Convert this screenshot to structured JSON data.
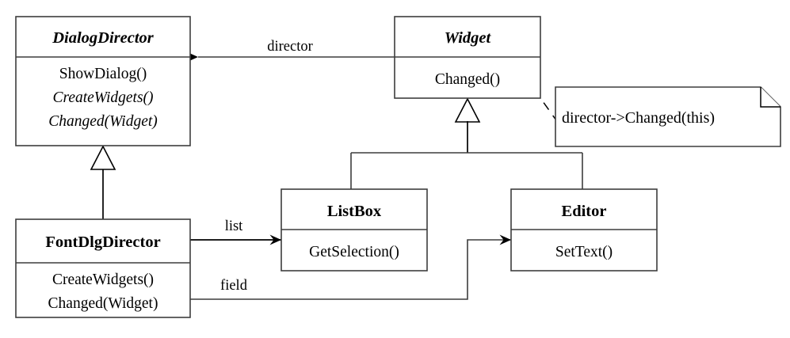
{
  "diagram": {
    "kind": "uml-class-diagram",
    "colors": {
      "background": "#ffffff",
      "stroke": "#3d3d3d",
      "stroke_dark": "#000000",
      "text": "#000000",
      "fill": "#ffffff"
    },
    "classes": [
      {
        "id": "dialog-director",
        "name": "DialogDirector",
        "abstract": true,
        "members": [
          {
            "text": "ShowDialog()",
            "abstract": false
          },
          {
            "text": "CreateWidgets()",
            "abstract": true
          },
          {
            "text": "Changed(Widget)",
            "abstract": true
          }
        ]
      },
      {
        "id": "widget",
        "name": "Widget",
        "abstract": true,
        "members": [
          {
            "text": "Changed()",
            "abstract": false
          }
        ]
      },
      {
        "id": "font-dlg-director",
        "name": "FontDlgDirector",
        "abstract": false,
        "members": [
          {
            "text": "CreateWidgets()",
            "abstract": false
          },
          {
            "text": "Changed(Widget)",
            "abstract": false
          }
        ]
      },
      {
        "id": "list-box",
        "name": "ListBox",
        "abstract": false,
        "members": [
          {
            "text": "GetSelection()",
            "abstract": false
          }
        ]
      },
      {
        "id": "editor",
        "name": "Editor",
        "abstract": false,
        "members": [
          {
            "text": "SetText()",
            "abstract": false
          }
        ]
      }
    ],
    "note": {
      "id": "changed-note",
      "text": "director->Changed(this)"
    },
    "edge_labels": {
      "director": "director",
      "list": "list",
      "field": "field"
    },
    "relations": [
      {
        "from": "widget",
        "to": "dialog-director",
        "type": "association",
        "label": "director"
      },
      {
        "from": "font-dlg-director",
        "to": "list-box",
        "type": "association",
        "label": "list"
      },
      {
        "from": "font-dlg-director",
        "to": "editor",
        "type": "association",
        "label": "field"
      },
      {
        "from": "font-dlg-director",
        "to": "dialog-director",
        "type": "generalization",
        "label": ""
      },
      {
        "from": "list-box",
        "to": "widget",
        "type": "generalization",
        "label": ""
      },
      {
        "from": "editor",
        "to": "widget",
        "type": "generalization",
        "label": ""
      },
      {
        "from": "changed-note",
        "to": "widget",
        "type": "note-anchor",
        "label": ""
      }
    ]
  }
}
